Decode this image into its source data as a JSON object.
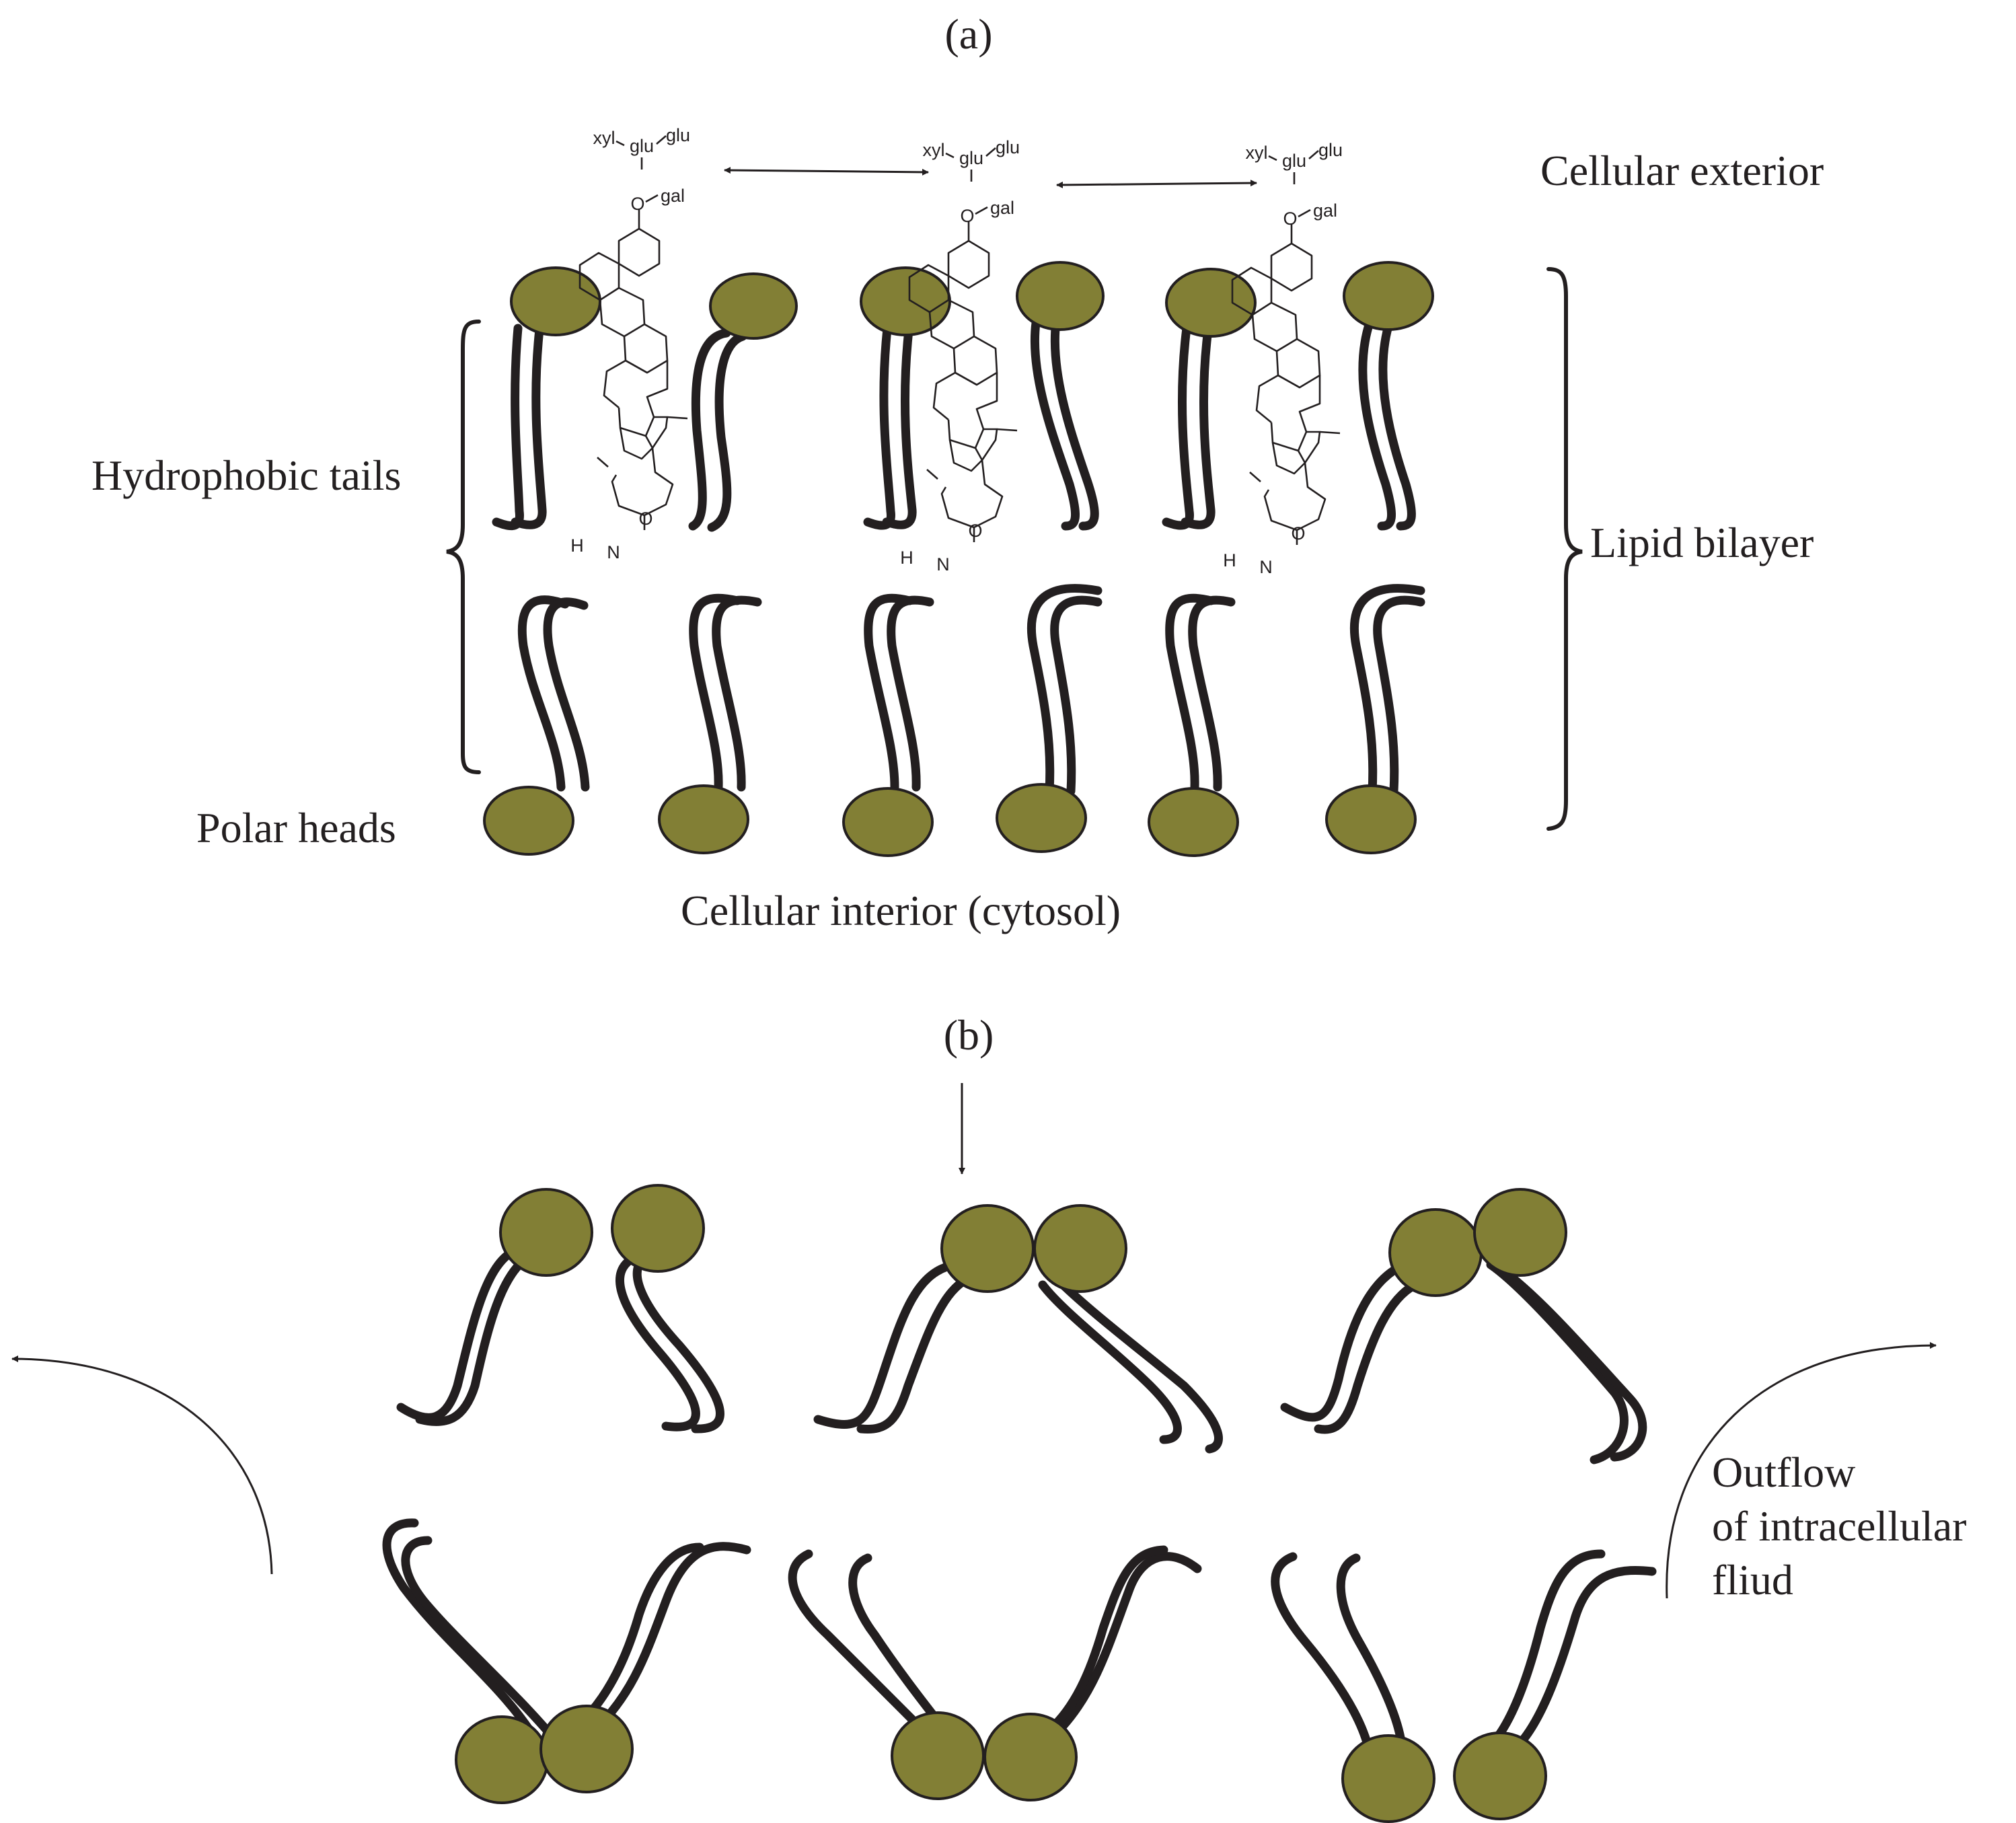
{
  "panels": {
    "a": {
      "label": "(a)",
      "exterior": "Cellular exterior",
      "interior": "Cellular interior (cytosol)",
      "tails": "Hydrophobic tails",
      "heads": "Polar heads",
      "bilayer": "Lipid bilayer"
    },
    "b": {
      "label": "(b)",
      "outflow": [
        "Outflow",
        "of intracellular",
        "fliud"
      ]
    }
  },
  "saponin": {
    "sugars": {
      "xyl": "xyl",
      "glu1": "glu",
      "glu2": "glu",
      "gal": "gal"
    },
    "atoms": {
      "oxygen": "O",
      "nitrogen": "N",
      "hydrogen": "H"
    }
  },
  "colors": {
    "head_fill": "#827f35",
    "stroke": "#231f20",
    "background": "#ffffff"
  }
}
